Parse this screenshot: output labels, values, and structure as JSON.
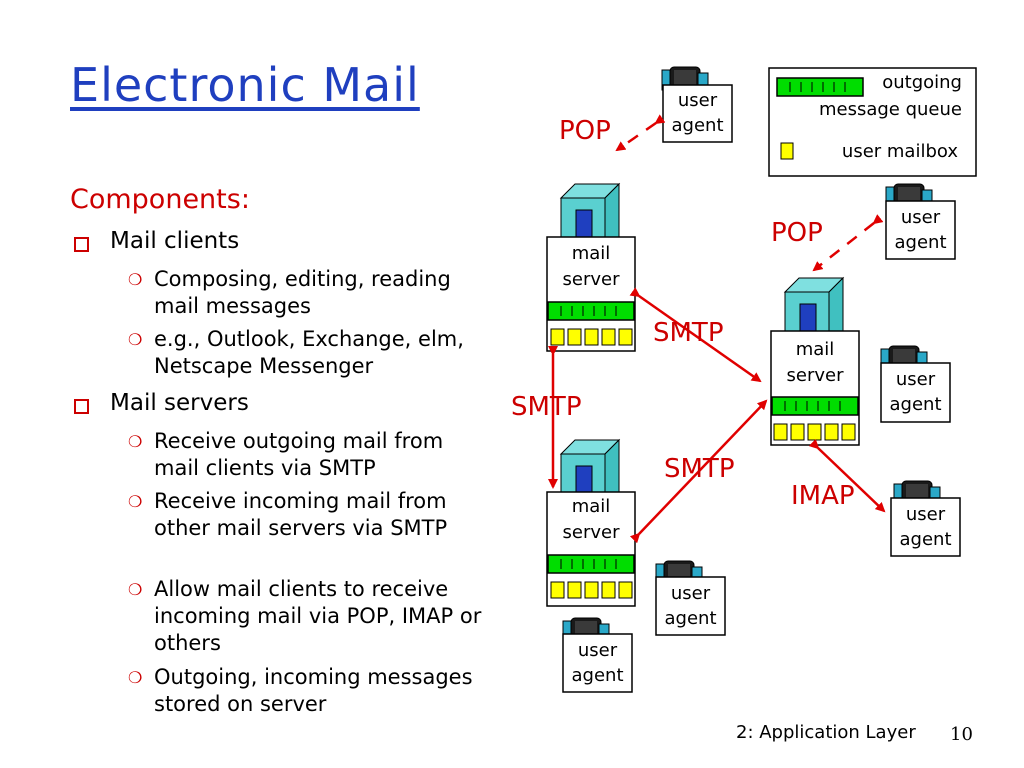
{
  "title": "Electronic Mail",
  "components_heading": "Components:",
  "bullets": [
    {
      "text": "Mail clients",
      "sub": [
        "Composing, editing, reading mail messages",
        "e.g., Outlook, Exchange, elm, Netscape Messenger"
      ]
    },
    {
      "text": "Mail servers",
      "sub": [
        "Receive outgoing mail from mail clients via SMTP",
        "Receive incoming mail from other mail servers via SMTP",
        "Allow mail clients to receive incoming mail via POP, IMAP or others",
        "Outgoing, incoming messages stored on server"
      ]
    }
  ],
  "legend": {
    "queue_label_1": "outgoing",
    "queue_label_2": "message queue",
    "mailbox_label": "user mailbox"
  },
  "diagram": {
    "ua_line1": "user",
    "ua_line2": "agent",
    "server_line1": "mail",
    "server_line2": "server",
    "protocols": {
      "pop": "POP",
      "smtp": "SMTP",
      "imap": "IMAP"
    }
  },
  "colors": {
    "title": "#1f3fbf",
    "accent": "#cc0000",
    "queue": "#00dd00",
    "mailbox": "#ffff00"
  },
  "footer": "2: Application Layer",
  "page_number": "10"
}
